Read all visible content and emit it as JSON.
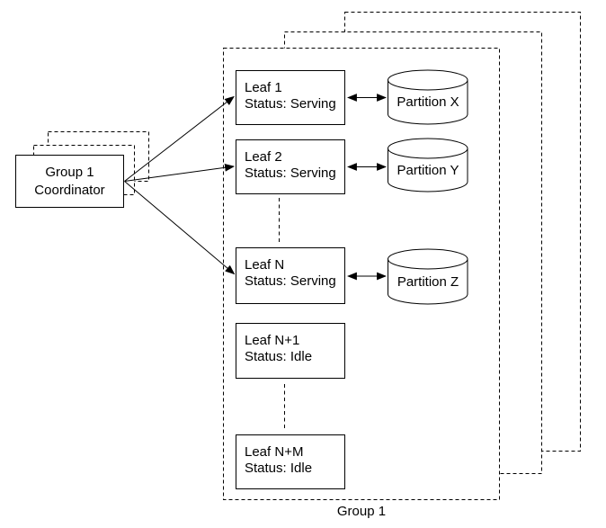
{
  "colors": {
    "stroke": "#000000",
    "background": "#ffffff"
  },
  "coordinator": {
    "line1": "Group 1",
    "line2": "Coordinator"
  },
  "group": {
    "label": "Group 1"
  },
  "leaves": [
    {
      "title": "Leaf 1",
      "status": "Status: Serving"
    },
    {
      "title": "Leaf 2",
      "status": "Status: Serving"
    },
    {
      "title": "Leaf N",
      "status": "Status: Serving"
    },
    {
      "title": "Leaf N+1",
      "status": "Status: Idle"
    },
    {
      "title": "Leaf N+M",
      "status": "Status: Idle"
    }
  ],
  "partitions": [
    {
      "label": "Partition X"
    },
    {
      "label": "Partition Y"
    },
    {
      "label": "Partition Z"
    }
  ]
}
